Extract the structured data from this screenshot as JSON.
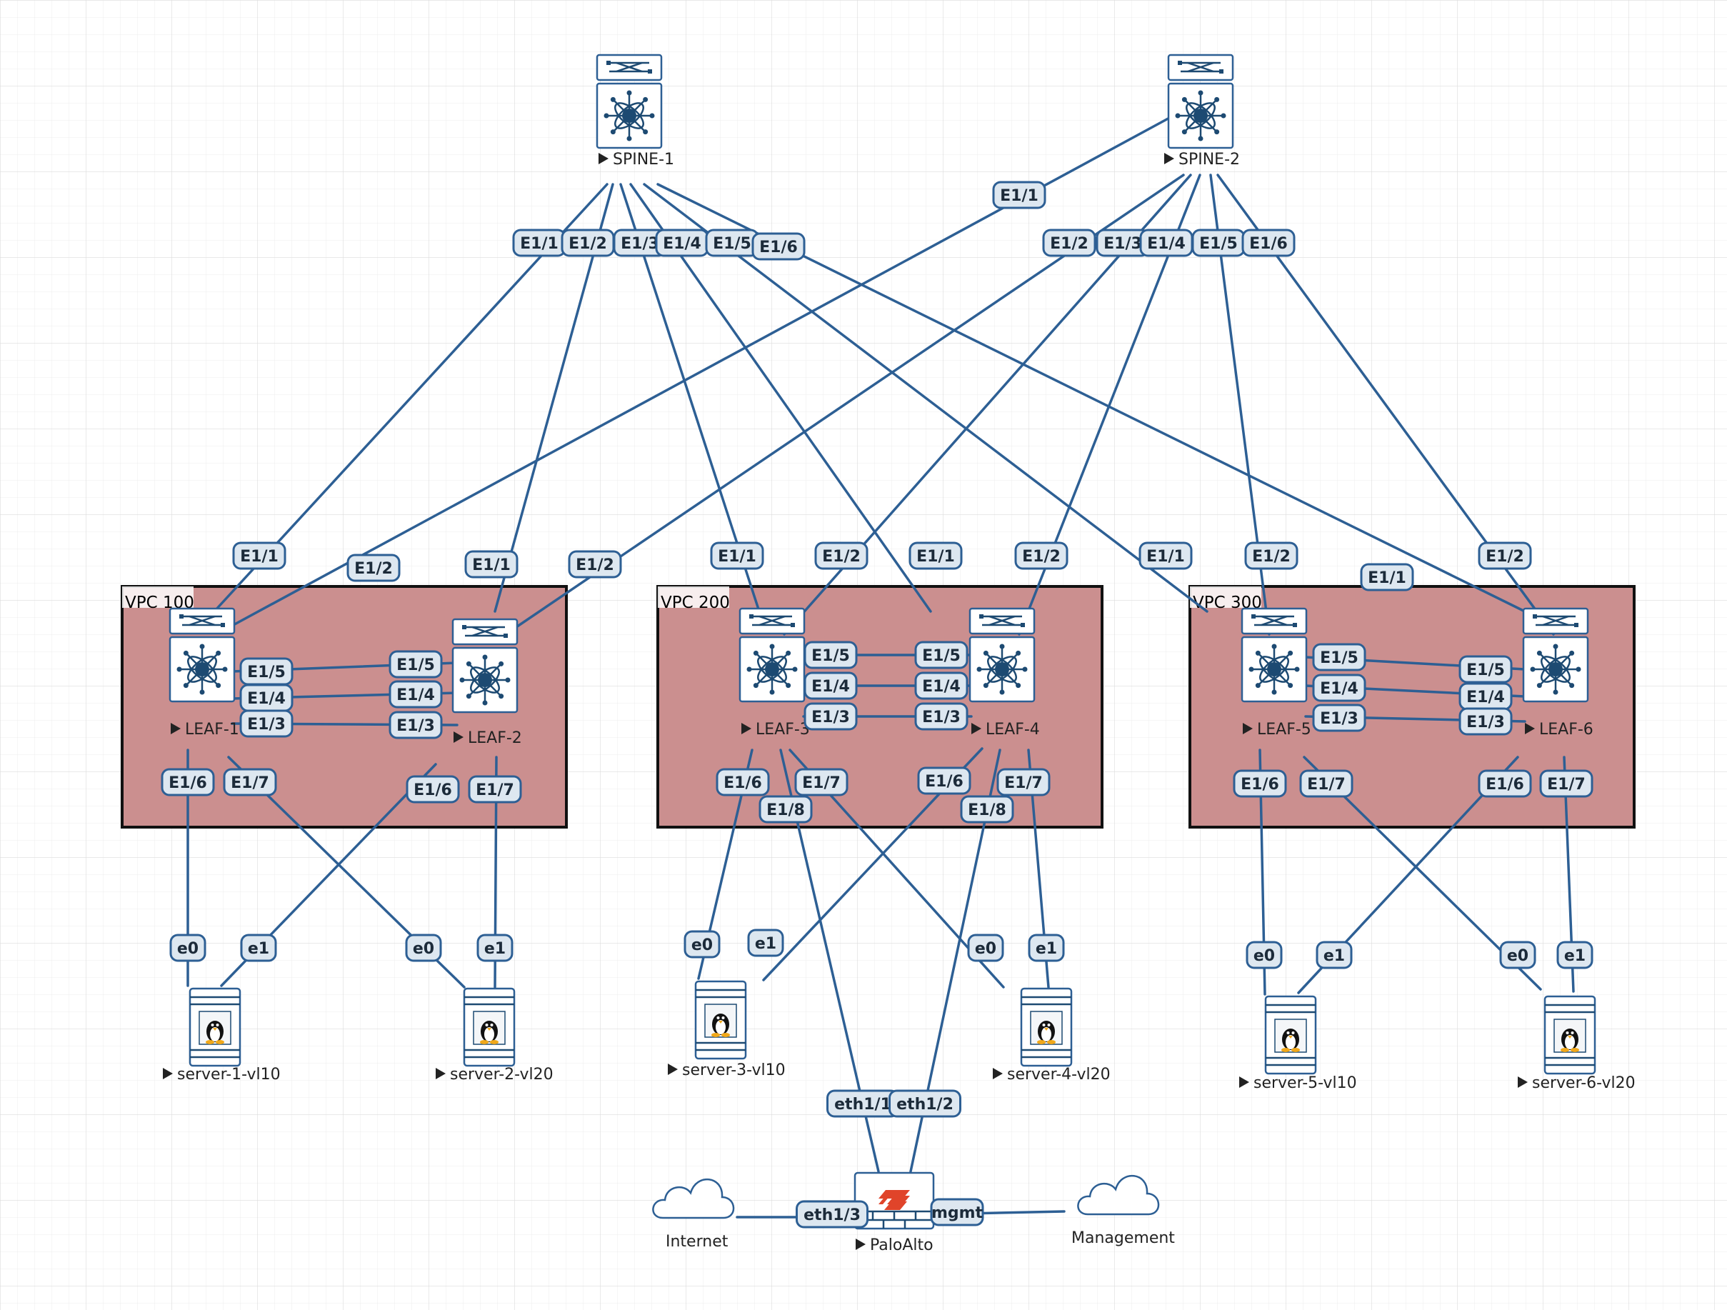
{
  "groups": [
    {
      "id": "vpc100",
      "label": "VPC 100"
    },
    {
      "id": "vpc200",
      "label": "VPC 200"
    },
    {
      "id": "vpc300",
      "label": "VPC 300"
    }
  ],
  "nodes": [
    {
      "id": "spine1",
      "label": "SPINE-1",
      "type": "switch"
    },
    {
      "id": "spine2",
      "label": "SPINE-2",
      "type": "switch"
    },
    {
      "id": "leaf1",
      "label": "LEAF-1",
      "type": "switch"
    },
    {
      "id": "leaf2",
      "label": "LEAF-2",
      "type": "switch"
    },
    {
      "id": "leaf3",
      "label": "LEAF-3",
      "type": "switch"
    },
    {
      "id": "leaf4",
      "label": "LEAF-4",
      "type": "switch"
    },
    {
      "id": "leaf5",
      "label": "LEAF-5",
      "type": "switch"
    },
    {
      "id": "leaf6",
      "label": "LEAF-6",
      "type": "switch"
    },
    {
      "id": "srv1",
      "label": "server-1-vl10",
      "type": "server"
    },
    {
      "id": "srv2",
      "label": "server-2-vl20",
      "type": "server"
    },
    {
      "id": "srv3",
      "label": "server-3-vl10",
      "type": "server"
    },
    {
      "id": "srv4",
      "label": "server-4-vl20",
      "type": "server"
    },
    {
      "id": "srv5",
      "label": "server-5-vl10",
      "type": "server"
    },
    {
      "id": "srv6",
      "label": "server-6-vl20",
      "type": "server"
    },
    {
      "id": "pa",
      "label": "PaloAlto",
      "type": "firewall"
    },
    {
      "id": "internet",
      "label": "Internet",
      "type": "cloud"
    },
    {
      "id": "mgmt",
      "label": "Management",
      "type": "cloud"
    }
  ],
  "links": [
    {
      "a": "spine1",
      "b": "leaf1",
      "a_port": "E1/1",
      "b_port": "E1/1"
    },
    {
      "a": "spine1",
      "b": "leaf2",
      "a_port": "E1/2",
      "b_port": "E1/1"
    },
    {
      "a": "spine1",
      "b": "leaf3",
      "a_port": "E1/3",
      "b_port": "E1/1"
    },
    {
      "a": "spine1",
      "b": "leaf4",
      "a_port": "E1/4",
      "b_port": "E1/1"
    },
    {
      "a": "spine1",
      "b": "leaf5",
      "a_port": "E1/5",
      "b_port": "E1/1"
    },
    {
      "a": "spine1",
      "b": "leaf6",
      "a_port": "E1/6",
      "b_port": "E1/1"
    },
    {
      "a": "spine2",
      "b": "leaf1",
      "a_port": "E1/1",
      "b_port": "E1/2"
    },
    {
      "a": "spine2",
      "b": "leaf2",
      "a_port": "E1/2",
      "b_port": "E1/2"
    },
    {
      "a": "spine2",
      "b": "leaf3",
      "a_port": "E1/3",
      "b_port": "E1/2"
    },
    {
      "a": "spine2",
      "b": "leaf4",
      "a_port": "E1/4",
      "b_port": "E1/2"
    },
    {
      "a": "spine2",
      "b": "leaf5",
      "a_port": "E1/5",
      "b_port": "E1/2"
    },
    {
      "a": "spine2",
      "b": "leaf6",
      "a_port": "E1/6",
      "b_port": "E1/2"
    },
    {
      "a": "leaf1",
      "b": "leaf2",
      "a_port": "E1/5",
      "b_port": "E1/5"
    },
    {
      "a": "leaf1",
      "b": "leaf2",
      "a_port": "E1/4",
      "b_port": "E1/4"
    },
    {
      "a": "leaf1",
      "b": "leaf2",
      "a_port": "E1/3",
      "b_port": "E1/3"
    },
    {
      "a": "leaf3",
      "b": "leaf4",
      "a_port": "E1/5",
      "b_port": "E1/5"
    },
    {
      "a": "leaf3",
      "b": "leaf4",
      "a_port": "E1/4",
      "b_port": "E1/4"
    },
    {
      "a": "leaf3",
      "b": "leaf4",
      "a_port": "E1/3",
      "b_port": "E1/3"
    },
    {
      "a": "leaf5",
      "b": "leaf6",
      "a_port": "E1/5",
      "b_port": "E1/5"
    },
    {
      "a": "leaf5",
      "b": "leaf6",
      "a_port": "E1/4",
      "b_port": "E1/4"
    },
    {
      "a": "leaf5",
      "b": "leaf6",
      "a_port": "E1/3",
      "b_port": "E1/3"
    },
    {
      "a": "leaf1",
      "b": "srv1",
      "a_port": "E1/6",
      "b_port": "e0"
    },
    {
      "a": "leaf1",
      "b": "srv2",
      "a_port": "E1/7",
      "b_port": "e0"
    },
    {
      "a": "leaf2",
      "b": "srv1",
      "a_port": "E1/6",
      "b_port": "e1"
    },
    {
      "a": "leaf2",
      "b": "srv2",
      "a_port": "E1/7",
      "b_port": "e1"
    },
    {
      "a": "leaf3",
      "b": "srv3",
      "a_port": "E1/6",
      "b_port": "e0"
    },
    {
      "a": "leaf3",
      "b": "srv4",
      "a_port": "E1/7",
      "b_port": "e0"
    },
    {
      "a": "leaf4",
      "b": "srv3",
      "a_port": "E1/6",
      "b_port": "e1"
    },
    {
      "a": "leaf4",
      "b": "srv4",
      "a_port": "E1/7",
      "b_port": "e1"
    },
    {
      "a": "leaf3",
      "b": "pa",
      "a_port": "E1/8",
      "b_port": "eth1/1"
    },
    {
      "a": "leaf4",
      "b": "pa",
      "a_port": "E1/8",
      "b_port": "eth1/2"
    },
    {
      "a": "leaf5",
      "b": "srv5",
      "a_port": "E1/6",
      "b_port": "e0"
    },
    {
      "a": "leaf5",
      "b": "srv6",
      "a_port": "E1/7",
      "b_port": "e0"
    },
    {
      "a": "leaf6",
      "b": "srv5",
      "a_port": "E1/6",
      "b_port": "e1"
    },
    {
      "a": "leaf6",
      "b": "srv6",
      "a_port": "E1/7",
      "b_port": "e1"
    },
    {
      "a": "pa",
      "b": "internet",
      "a_port": "eth1/3",
      "b_port": ""
    },
    {
      "a": "pa",
      "b": "mgmt",
      "a_port": "mgmt",
      "b_port": ""
    }
  ],
  "colors": {
    "link": "#2d5f94",
    "vpc_fill": "#cb8f8f",
    "firewall": "#e0442a",
    "grid": "#e6e6e6"
  }
}
